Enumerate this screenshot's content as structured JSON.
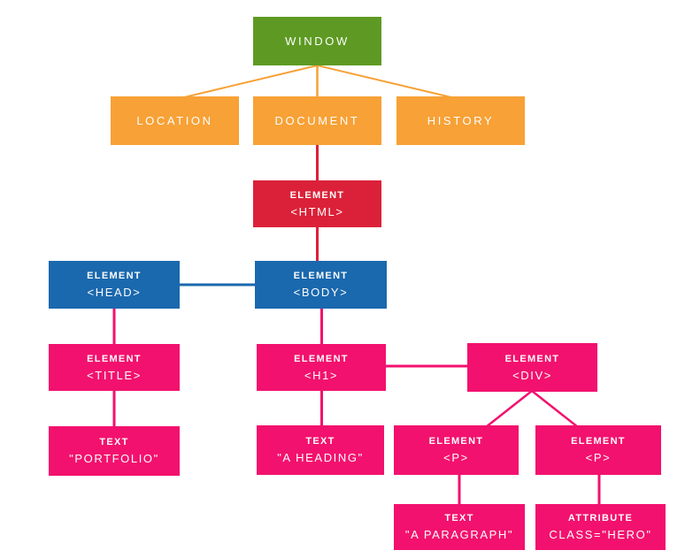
{
  "colors": {
    "window_green": "#5E9A23",
    "browser_orange": "#F7A136",
    "html_red": "#DB2139",
    "head_body_blue": "#1A68AE",
    "dom_pink": "#F2116E",
    "label_text": "#FDFDFB",
    "background": "#FFFFFF"
  },
  "nodes": [
    {
      "id": "window",
      "label": "WINDOW"
    },
    {
      "id": "location",
      "label": "LOCATION"
    },
    {
      "id": "document",
      "label": "DOCUMENT"
    },
    {
      "id": "history",
      "label": "HISTORY"
    },
    {
      "id": "html",
      "type": "ELEMENT",
      "label": "<HTML>"
    },
    {
      "id": "head",
      "type": "ELEMENT",
      "label": "<HEAD>"
    },
    {
      "id": "body",
      "type": "ELEMENT",
      "label": "<BODY>"
    },
    {
      "id": "title",
      "type": "ELEMENT",
      "label": "<TITLE>"
    },
    {
      "id": "h1",
      "type": "ELEMENT",
      "label": "<H1>"
    },
    {
      "id": "div",
      "type": "ELEMENT",
      "label": "<DIV>"
    },
    {
      "id": "portfolio",
      "type": "TEXT",
      "label": "\"PORTFOLIO\""
    },
    {
      "id": "a-heading",
      "type": "TEXT",
      "label": "\"A HEADING\""
    },
    {
      "id": "p-left",
      "type": "ELEMENT",
      "label": "<P>"
    },
    {
      "id": "p-right",
      "type": "ELEMENT",
      "label": "<P>"
    },
    {
      "id": "a-paragraph",
      "type": "TEXT",
      "label": "\"A PARAGRAPH\""
    },
    {
      "id": "class-hero",
      "type": "ATTRIBUTE",
      "label": "CLASS=\"HERO\""
    }
  ]
}
